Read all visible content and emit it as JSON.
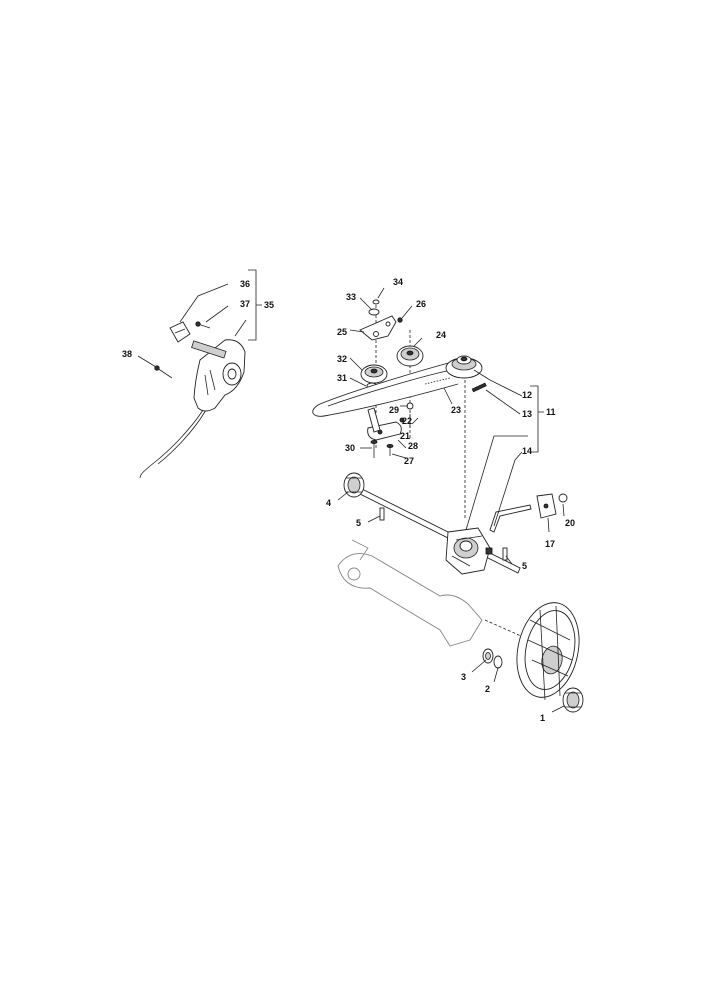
{
  "labels": {
    "p1": "1",
    "p2": "2",
    "p3": "3",
    "p4": "4",
    "p5a": "5",
    "p5b": "5",
    "p11": "11",
    "p12": "12",
    "p13": "13",
    "p14": "14",
    "p17": "17",
    "p20": "20",
    "p21": "21",
    "p22": "22",
    "p23": "23",
    "p24": "24",
    "p25": "25",
    "p26": "26",
    "p27": "27",
    "p28": "28",
    "p29": "29",
    "p30": "30",
    "p31": "31",
    "p32": "32",
    "p33": "33",
    "p34": "34",
    "p35": "35",
    "p36": "36",
    "p37": "37",
    "p38": "38"
  }
}
